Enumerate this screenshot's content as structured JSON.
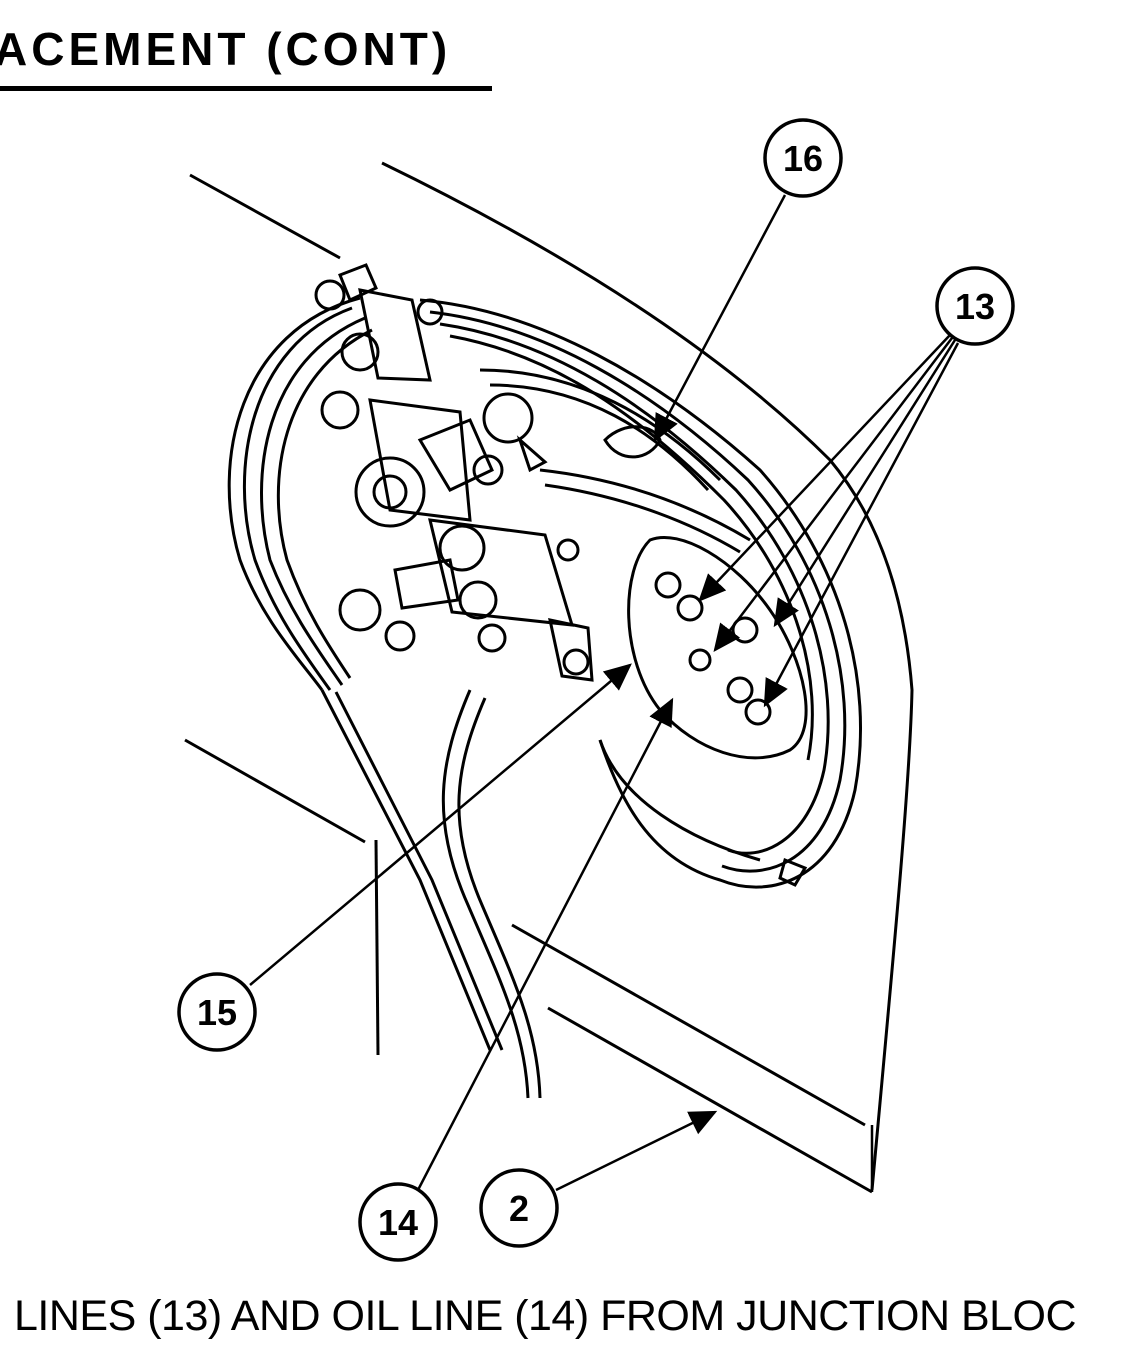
{
  "page": {
    "heading": "ACEMENT (CONT)",
    "instruction": "LINES (13) AND OIL LINE (14) FROM JUNCTION BLOC"
  },
  "callouts": [
    {
      "id": "callout-16",
      "label": "16"
    },
    {
      "id": "callout-13",
      "label": "13"
    },
    {
      "id": "callout-15",
      "label": "15"
    },
    {
      "id": "callout-14",
      "label": "14"
    },
    {
      "id": "callout-2",
      "label": "2"
    }
  ]
}
